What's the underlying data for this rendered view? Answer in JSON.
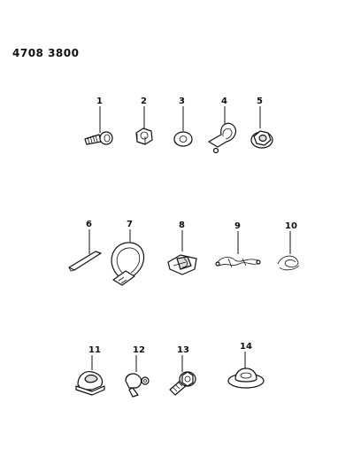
{
  "reference_code": "4708 3800",
  "callouts": [
    {
      "id": 1,
      "label": "1"
    },
    {
      "id": 2,
      "label": "2"
    },
    {
      "id": 3,
      "label": "3"
    },
    {
      "id": 4,
      "label": "4"
    },
    {
      "id": 5,
      "label": "5"
    },
    {
      "id": 6,
      "label": "6"
    },
    {
      "id": 7,
      "label": "7"
    },
    {
      "id": 8,
      "label": "8"
    },
    {
      "id": 9,
      "label": "9"
    },
    {
      "id": 10,
      "label": "10"
    },
    {
      "id": 11,
      "label": "11"
    },
    {
      "id": 12,
      "label": "12"
    },
    {
      "id": 13,
      "label": "13"
    },
    {
      "id": 14,
      "label": "14"
    }
  ]
}
